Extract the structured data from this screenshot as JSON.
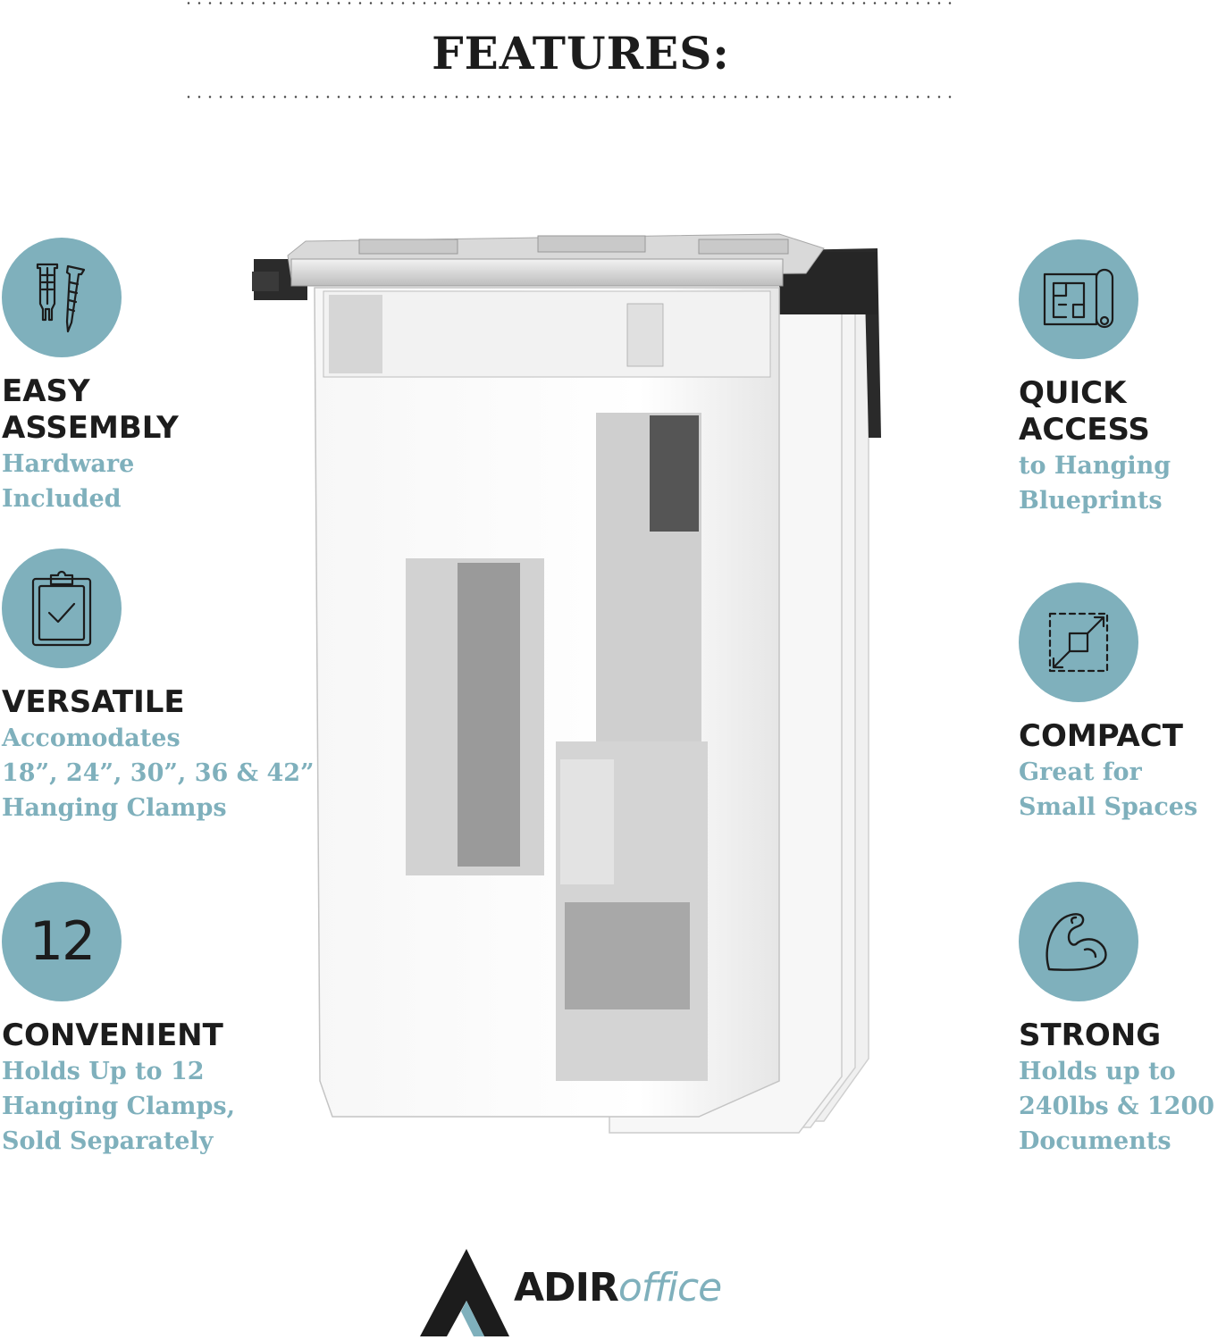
{
  "header": {
    "title": "FEATURES:"
  },
  "features": {
    "easy_assembly": {
      "title_line1": "EASY",
      "title_line2": "ASSEMBLY",
      "desc_line1": "Hardware",
      "desc_line2": "Included",
      "icon": "screw-anchor-icon"
    },
    "versatile": {
      "title_line1": "VERSATILE",
      "desc_line1": "Accomodates",
      "desc_line2": "18”, 24”, 30”, 36 & 42”",
      "desc_line3": "Hanging Clamps",
      "icon": "clipboard-check-icon"
    },
    "convenient": {
      "count": "12",
      "title_line1": "CONVENIENT",
      "desc_line1": "Holds Up to 12",
      "desc_line2": "Hanging Clamps,",
      "desc_line3": "Sold Separately"
    },
    "quick_access": {
      "title_line1": "QUICK",
      "title_line2": "ACCESS",
      "desc_line1": "to Hanging",
      "desc_line2": "Blueprints",
      "icon": "blueprint-roll-icon"
    },
    "compact": {
      "title_line1": "COMPACT",
      "desc_line1": "Great for",
      "desc_line2": "Small Spaces",
      "icon": "compress-arrows-icon"
    },
    "strong": {
      "title_line1": "STRONG",
      "desc_line1": "Holds up to",
      "desc_line2": "240lbs & 1200",
      "desc_line3": "Documents",
      "icon": "flexed-bicep-icon"
    }
  },
  "brand": {
    "name_strong": "ADIR",
    "name_light": "office"
  },
  "colors": {
    "accent": "#7fb0bc",
    "text": "#1c1c1c"
  }
}
